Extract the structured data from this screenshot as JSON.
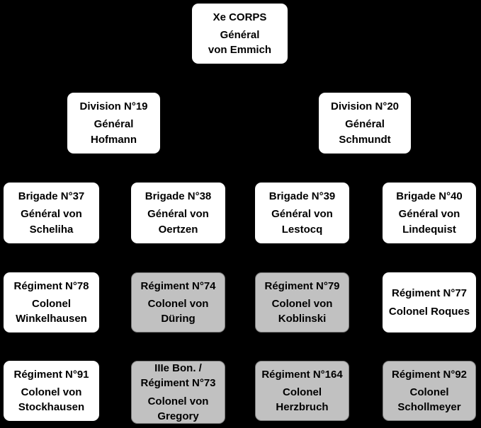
{
  "diagram": {
    "type": "org-chart",
    "background_color": "#000000",
    "colors": {
      "node_white_fill": "#ffffff",
      "node_gray_fill": "#c1c1c1",
      "node_gray_border": "#7f7f7f",
      "text": "#000000"
    },
    "nodes": {
      "corps": {
        "variant": "white",
        "unit_lines": [
          "Xe CORPS"
        ],
        "officer_lines": [
          "Général",
          "von Emmich"
        ]
      },
      "division19": {
        "variant": "white",
        "unit_lines": [
          "Division N°19"
        ],
        "officer_lines": [
          "Général",
          "Hofmann"
        ]
      },
      "division20": {
        "variant": "white",
        "unit_lines": [
          "Division N°20"
        ],
        "officer_lines": [
          "Général",
          "Schmundt"
        ]
      },
      "brigade37": {
        "variant": "white",
        "unit_lines": [
          "Brigade N°37"
        ],
        "officer_lines": [
          "Général  von",
          "Scheliha"
        ]
      },
      "brigade38": {
        "variant": "white",
        "unit_lines": [
          "Brigade N°38"
        ],
        "officer_lines": [
          "Général  von",
          "Oertzen"
        ]
      },
      "brigade39": {
        "variant": "white",
        "unit_lines": [
          "Brigade N°39"
        ],
        "officer_lines": [
          "Général von",
          "Lestocq"
        ]
      },
      "brigade40": {
        "variant": "white",
        "unit_lines": [
          "Brigade N°40"
        ],
        "officer_lines": [
          "Général von",
          "Lindequist"
        ]
      },
      "regiment78": {
        "variant": "white",
        "unit_lines": [
          "Régiment N°78"
        ],
        "officer_lines": [
          "Colonel",
          "Winkelhausen"
        ]
      },
      "regiment74": {
        "variant": "gray",
        "unit_lines": [
          "Régiment N°74"
        ],
        "officer_lines": [
          "Colonel von",
          "Düring"
        ]
      },
      "regiment79": {
        "variant": "gray",
        "unit_lines": [
          "Régiment N°79"
        ],
        "officer_lines": [
          "Colonel von",
          "Koblinski"
        ]
      },
      "regiment77": {
        "variant": "white",
        "unit_lines": [
          "Régiment N°77"
        ],
        "officer_lines": [
          "Colonel Roques"
        ]
      },
      "regiment91": {
        "variant": "white",
        "unit_lines": [
          "Régiment N°91"
        ],
        "officer_lines": [
          "Colonel von",
          "Stockhausen"
        ]
      },
      "regiment73": {
        "variant": "gray",
        "unit_lines": [
          "IIIe Bon. /",
          "Régiment N°73"
        ],
        "officer_lines": [
          "Colonel von",
          "Gregory"
        ]
      },
      "regiment164": {
        "variant": "gray",
        "unit_lines": [
          "Régiment N°164"
        ],
        "officer_lines": [
          "Colonel",
          "Herzbruch"
        ]
      },
      "regiment92": {
        "variant": "gray",
        "unit_lines": [
          "Régiment N°92"
        ],
        "officer_lines": [
          "Colonel",
          "Schollmeyer"
        ]
      }
    }
  }
}
